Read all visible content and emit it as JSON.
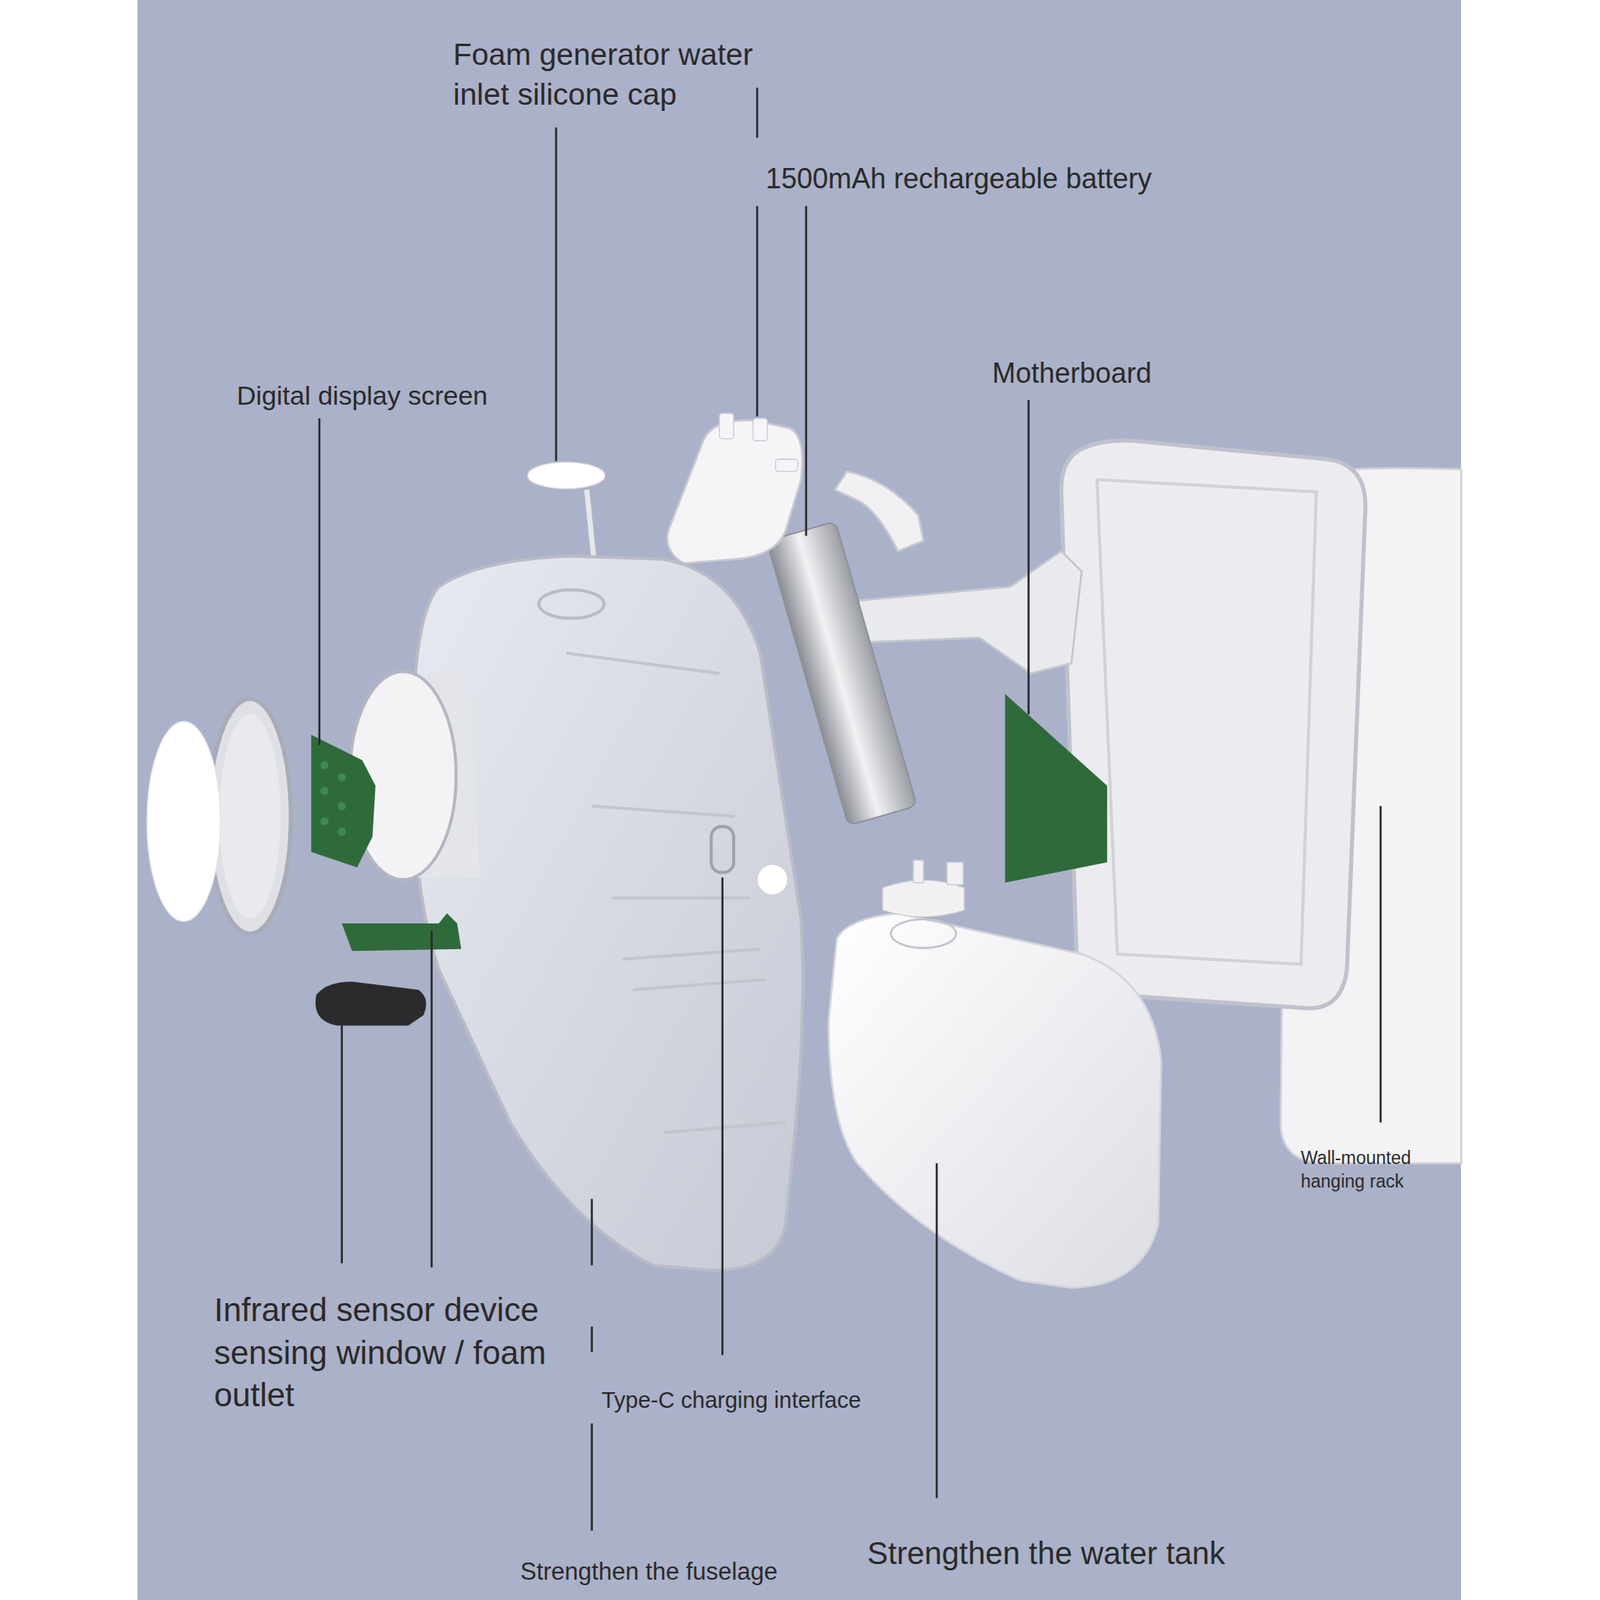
{
  "diagram": {
    "labels": [
      "Foam generator water inlet silicone cap",
      "1500mAh rechargeable battery",
      "Motherboard",
      "Digital display screen",
      "Wall-mounted hanging rack",
      "Infrared sensor device sensing window / foam outlet",
      "Type-C charging interface",
      "Strengthen the fuselage",
      "Strengthen the water tank"
    ]
  }
}
